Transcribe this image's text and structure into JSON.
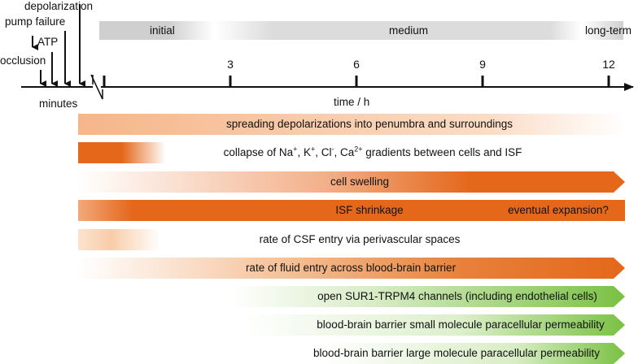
{
  "events": {
    "depolarization": "depolarization",
    "pump_failure": "pump failure",
    "atp": "ATP",
    "occlusion": "occlusion"
  },
  "phases": {
    "initial": "initial",
    "medium": "medium",
    "long_term": "long-term"
  },
  "axis": {
    "minutes_label": "minutes",
    "time_label": "time / h",
    "ticks": [
      "3",
      "6",
      "9",
      "12"
    ]
  },
  "rows": {
    "spreading": "spreading depolarizations into penumbra and surroundings",
    "collapse_prefix": "collapse of Na",
    "collapse_k": ", K",
    "collapse_cl": ", Cl",
    "collapse_ca": ", Ca",
    "collapse_ca_sup": "2+",
    "collapse_suffix": " gradients between cells and ISF",
    "sup_plus": "+",
    "sup_minus": "-",
    "cell_swelling": "cell swelling",
    "isf_shrinkage": "ISF shrinkage",
    "eventual_expansion": "eventual expansion?",
    "csf_entry": "rate of CSF entry via perivascular spaces",
    "fluid_entry": "rate of fluid entry across blood-brain barrier",
    "sur1": "open SUR1-TRPM4 channels (including endothelial cells)",
    "bbb_small": "blood-brain barrier small molecule paracellular permeability",
    "bbb_large": "blood-brain barrier large molecule paracellular permeability"
  },
  "colors": {
    "orange_dark": "#e4671a",
    "orange_light": "#f7c29a",
    "green_dark": "#7ac143",
    "green_light": "#ffffff"
  }
}
